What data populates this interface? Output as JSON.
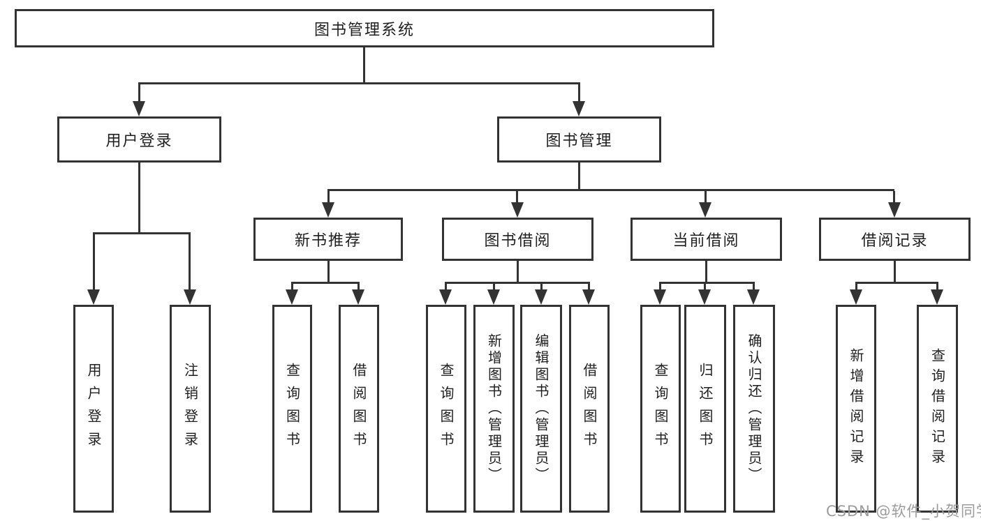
{
  "nodes": {
    "root": "图书管理系统",
    "user_login": "用户登录",
    "book_management": "图书管理",
    "new_book_recommend": "新书推荐",
    "book_borrow": "图书借阅",
    "current_borrow": "当前借阅",
    "borrow_record": "借阅记录",
    "leaf_user_login": "用户登录",
    "leaf_logout_login": "注销登录",
    "leaf_query_book_a": "查询图书",
    "leaf_borrow_book_a": "借阅图书",
    "leaf_query_book_b": "查询图书",
    "leaf_add_book_admin": "新增图书（管理员）",
    "leaf_edit_book_admin": "编辑图书（管理员）",
    "leaf_borrow_book_b": "借阅图书",
    "leaf_query_book_c": "查询图书",
    "leaf_return_book": "归还图书",
    "leaf_confirm_return_admin": "确认归还（管理员）",
    "leaf_add_borrow_record": "新增借阅记录",
    "leaf_query_borrow_record": "查询借阅记录"
  },
  "tree": {
    "label": "图书管理系统",
    "children": [
      {
        "label": "用户登录",
        "children": [
          {
            "label": "用户登录"
          },
          {
            "label": "注销登录"
          }
        ]
      },
      {
        "label": "图书管理",
        "children": [
          {
            "label": "新书推荐",
            "children": [
              {
                "label": "查询图书"
              },
              {
                "label": "借阅图书"
              }
            ]
          },
          {
            "label": "图书借阅",
            "children": [
              {
                "label": "查询图书"
              },
              {
                "label": "新增图书（管理员）"
              },
              {
                "label": "编辑图书（管理员）"
              },
              {
                "label": "借阅图书"
              }
            ]
          },
          {
            "label": "当前借阅",
            "children": [
              {
                "label": "查询图书"
              },
              {
                "label": "归还图书"
              },
              {
                "label": "确认归还（管理员）"
              }
            ]
          },
          {
            "label": "借阅记录",
            "children": [
              {
                "label": "新增借阅记录"
              },
              {
                "label": "查询借阅记录"
              }
            ]
          }
        ]
      }
    ]
  },
  "watermark": "CSDN @软件_小贺同学",
  "colors": {
    "line": "#333333",
    "text": "#1f1f1f",
    "watermark": "#9c9c9c",
    "background": "#ffffff"
  }
}
